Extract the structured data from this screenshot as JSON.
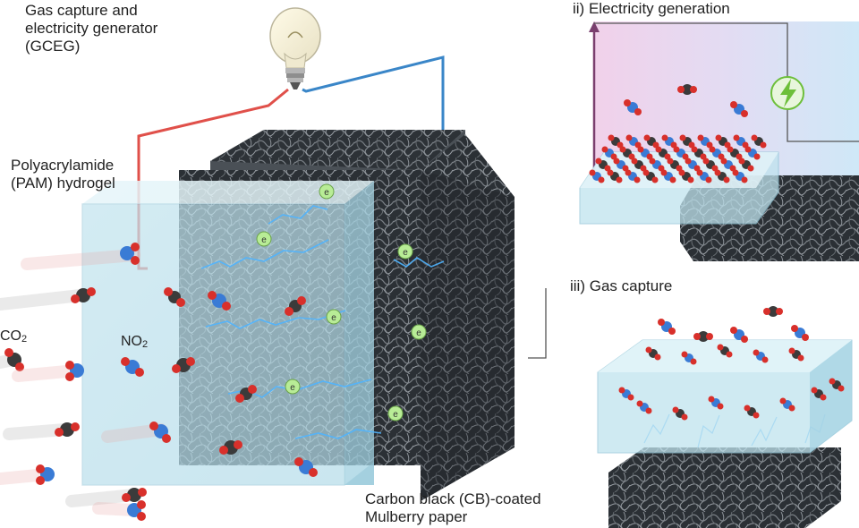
{
  "title_lines": [
    "Gas capture and",
    "electricity generator",
    "(GCEG)"
  ],
  "hydrogel_lines": [
    "Polyacrylamide",
    "(PAM) hydrogel"
  ],
  "paper_lines": [
    "Carbon black (CB)-coated",
    "Mulberry paper"
  ],
  "gas_co2": {
    "base": "CO",
    "sub": "2"
  },
  "gas_no2": {
    "base": "NO",
    "sub": "2"
  },
  "panel_ii": "ii) Electricity generation",
  "panel_iii": "iii) Gas capture",
  "electron_symbol": "e",
  "colors": {
    "wire_red": "#e0504a",
    "wire_blue": "#3a86c8",
    "hydrogel": "#bfe3ee",
    "paper": "#333a40",
    "spark": "#4fb4ff",
    "electron": "#b8ec96",
    "oxygen": "#d8302b",
    "nitrogen": "#3a7bd5",
    "carbon": "#3b3b3b",
    "bolt_green": "#6dbf3a"
  },
  "icons": [
    "light-bulb-icon",
    "lightning-bolt-icon"
  ]
}
